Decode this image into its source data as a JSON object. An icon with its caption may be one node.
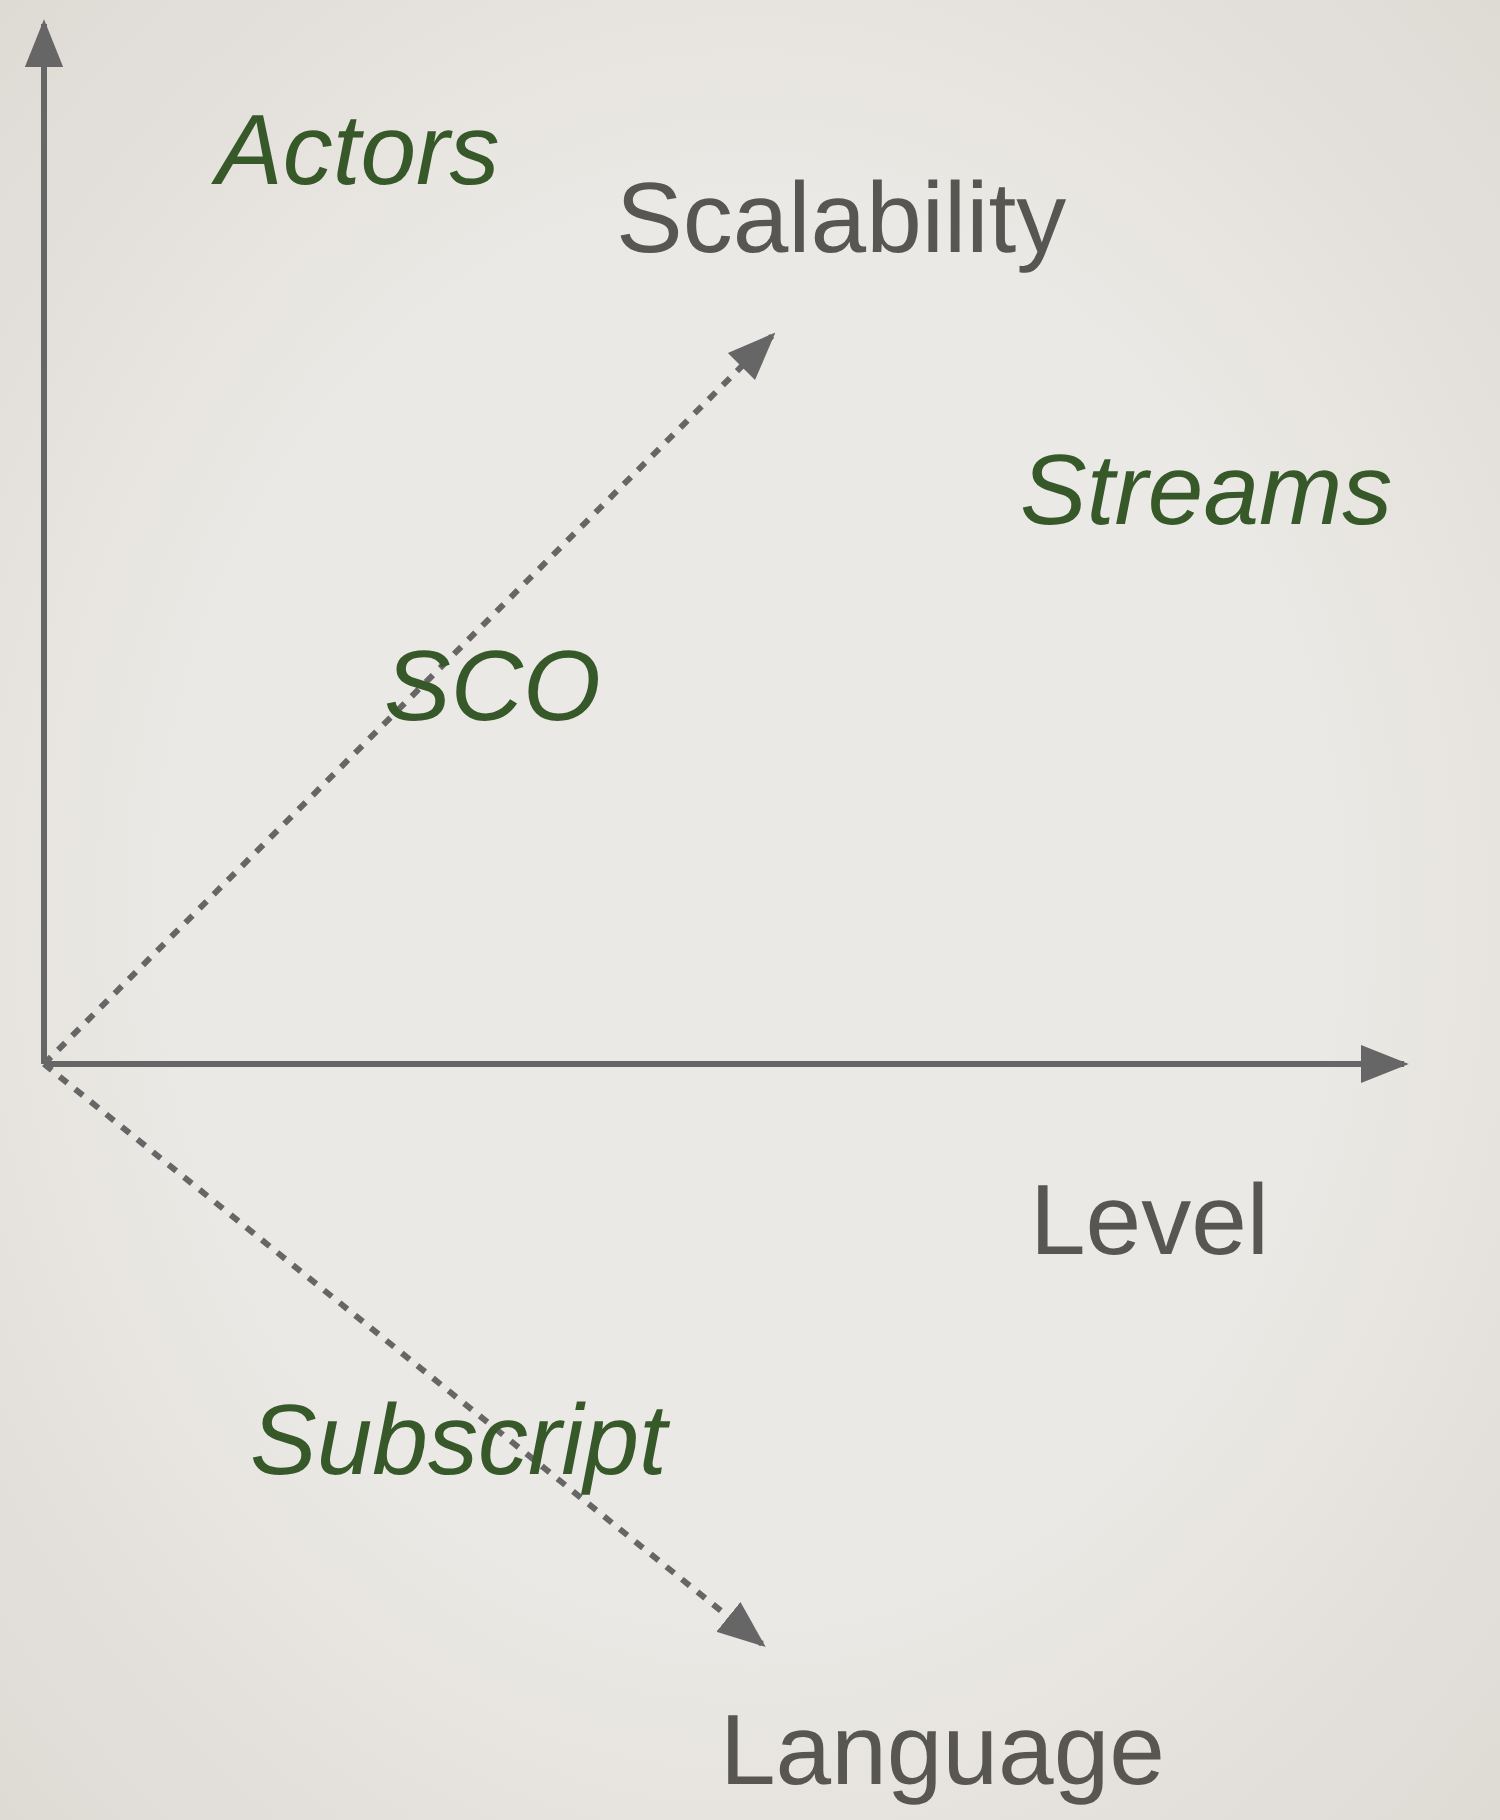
{
  "diagram": {
    "labels": [
      "Actors",
      "Scalability",
      "Streams",
      "SCO",
      "Level",
      "Subscript",
      "Language"
    ]
  }
}
